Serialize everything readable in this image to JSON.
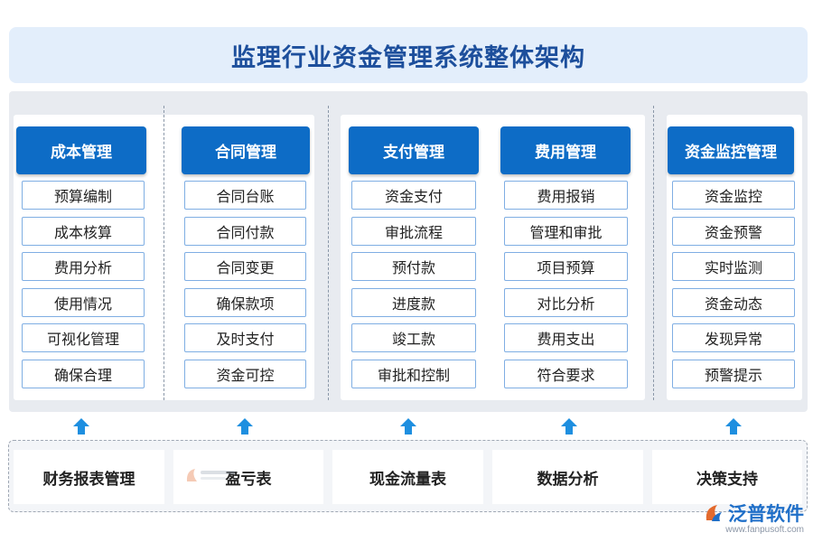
{
  "title": "监理行业资金管理系统整体架构",
  "columns": [
    {
      "header": "成本管理",
      "items": [
        "预算编制",
        "成本核算",
        "费用分析",
        "使用情况",
        "可视化管理",
        "确保合理"
      ]
    },
    {
      "header": "合同管理",
      "items": [
        "合同台账",
        "合同付款",
        "合同变更",
        "确保款项",
        "及时支付",
        "资金可控"
      ]
    },
    {
      "header": "支付管理",
      "items": [
        "资金支付",
        "审批流程",
        "预付款",
        "进度款",
        "竣工款",
        "审批和控制"
      ]
    },
    {
      "header": "费用管理",
      "items": [
        "费用报销",
        "管理和审批",
        "项目预算",
        "对比分析",
        "费用支出",
        "符合要求"
      ]
    },
    {
      "header": "资金监控管理",
      "items": [
        "资金监控",
        "资金预警",
        "实时监测",
        "资金动态",
        "发现异常",
        "预警提示"
      ]
    }
  ],
  "bottom": [
    "财务报表管理",
    "盈亏表",
    "现金流量表",
    "数据分析",
    "决策支持"
  ],
  "brand": {
    "name": "泛普软件",
    "url": "www.fanpusoft.com",
    "icon": "fanpu-logo-icon"
  },
  "colors": {
    "header_blue": "#0d6cc6",
    "title_blue": "#1d4f9c",
    "item_border": "#7faee3",
    "arrow_blue": "#1e8fe0"
  }
}
